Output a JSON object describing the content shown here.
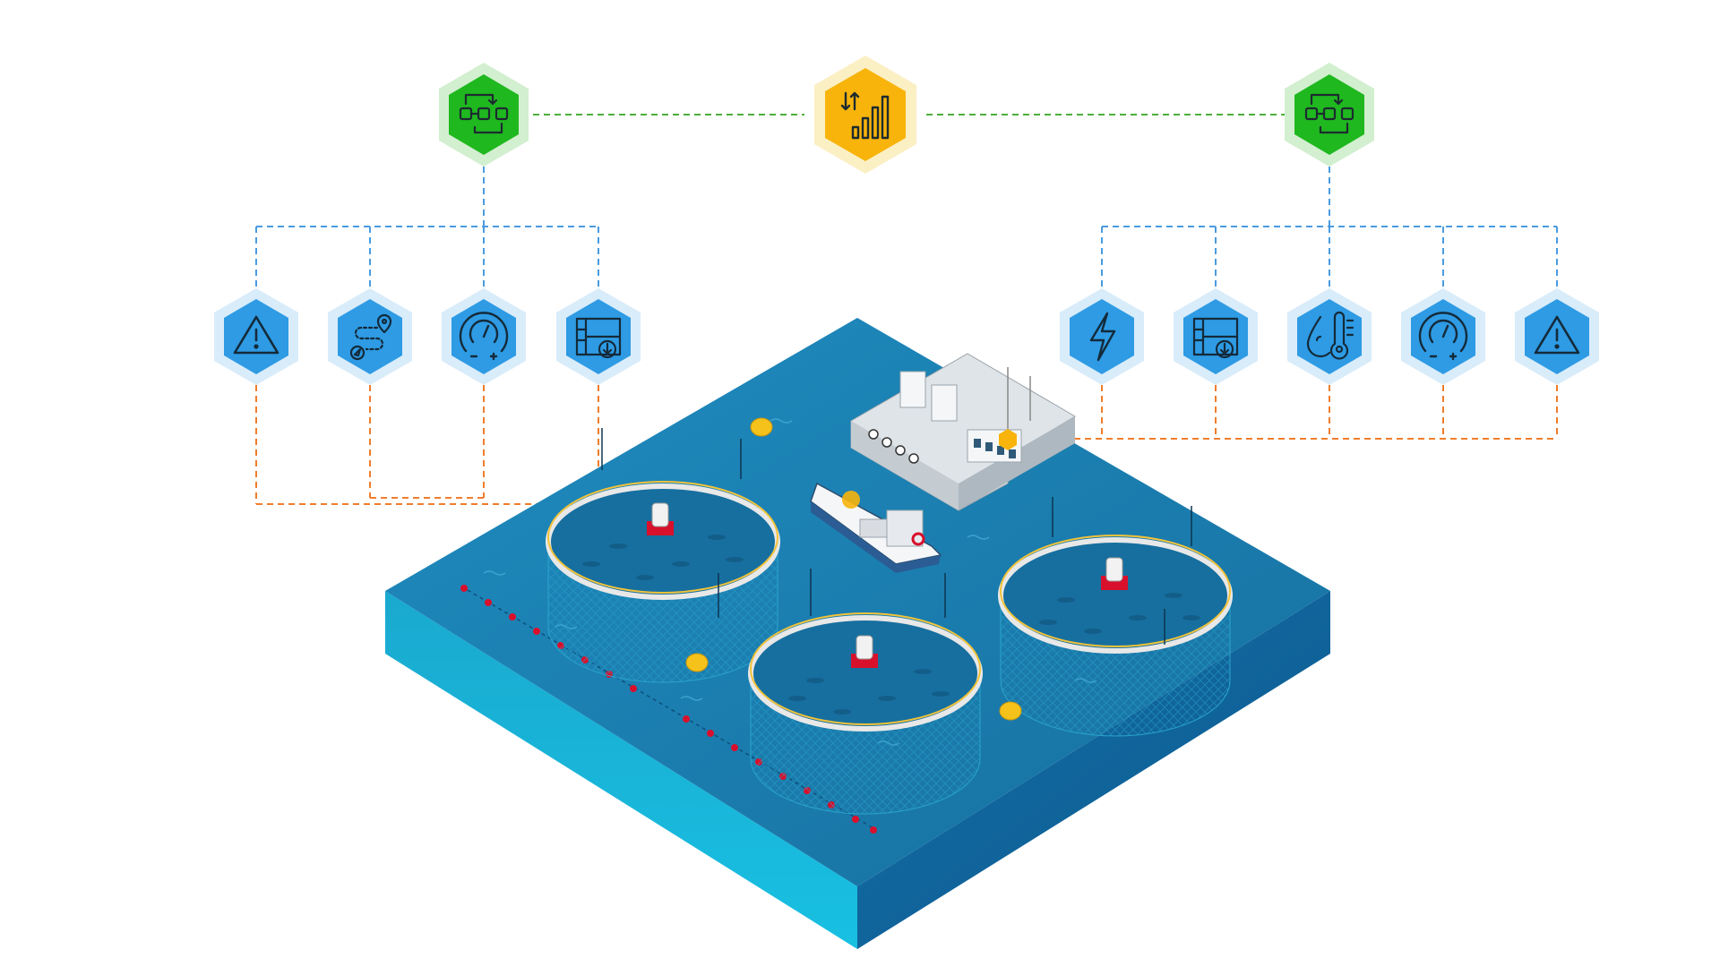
{
  "colors": {
    "background": "#ffffff",
    "hub_green": "#1fb81f",
    "hub_green_halo": "#d2efcf",
    "hub_yellow": "#f8b40b",
    "hub_yellow_halo": "#fbefc4",
    "sensor_blue": "#2e9be4",
    "sensor_blue_halo": "#d9ecfa",
    "link_green": "#4caf3a",
    "link_blue": "#4a9be0",
    "link_orange": "#ef7d2c",
    "sea_top": "#1b7fb3",
    "sea_side_left": "#18b3d8",
    "sea_side_right": "#0e5f9a",
    "ring": "#f2c33a",
    "buoy": "#f5c21b",
    "rope_marker": "#d8102c"
  },
  "hubs": [
    {
      "id": "left-controller",
      "icon": "workflow-icon",
      "color": "green"
    },
    {
      "id": "central-analytics",
      "icon": "data-analytics-icon",
      "color": "yellow"
    },
    {
      "id": "right-controller",
      "icon": "workflow-icon",
      "color": "green"
    }
  ],
  "left_sensors": [
    {
      "icon": "alert-triangle-icon"
    },
    {
      "icon": "gps-route-icon"
    },
    {
      "icon": "pressure-gauge-icon"
    },
    {
      "icon": "water-level-icon"
    }
  ],
  "right_sensors": [
    {
      "icon": "power-bolt-icon"
    },
    {
      "icon": "water-level-icon"
    },
    {
      "icon": "water-temperature-icon"
    },
    {
      "icon": "pressure-gauge-icon"
    },
    {
      "icon": "alert-triangle-icon"
    }
  ],
  "scene": {
    "pens": 3,
    "vessels": [
      "feeding-barge",
      "service-boat"
    ],
    "buoys": 4
  }
}
